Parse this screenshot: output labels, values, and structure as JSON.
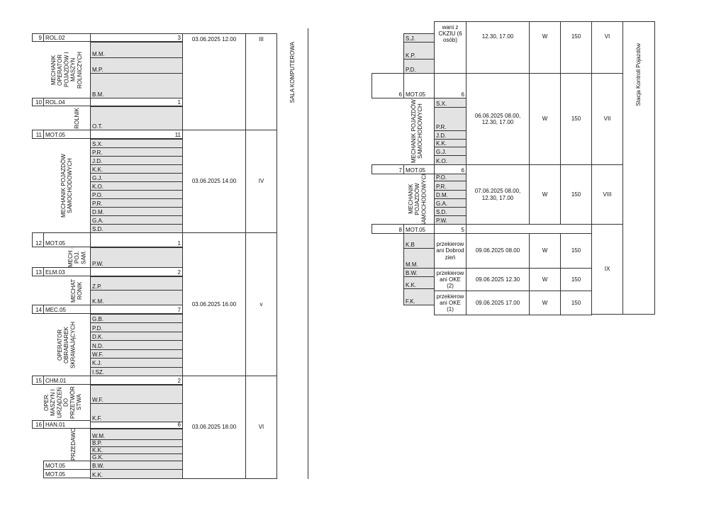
{
  "left": {
    "rows": [
      {
        "no": "9",
        "code": "ROL.02",
        "count": "3"
      },
      {
        "no": "10",
        "code": "ROL.04",
        "count": "1"
      },
      {
        "no": "11",
        "code": "MOT.05",
        "count": "11"
      },
      {
        "no": "12",
        "code": "MOT.05",
        "count": "1"
      },
      {
        "no": "13",
        "code": "ELM.03",
        "count": "2"
      },
      {
        "no": "14",
        "code": "MEC.05",
        "count": "7"
      },
      {
        "no": "15",
        "code": "CHM.01",
        "count": "2"
      },
      {
        "no": "16",
        "code": "HAN.01",
        "count": "6"
      }
    ],
    "extra_codes": [
      "MOT.05",
      "MOT.05"
    ],
    "names": [
      "M.M.",
      "M.P.",
      "B.M.",
      "O.T.",
      "S.X.",
      "P.R.",
      "J.D.",
      "K.K.",
      "G.J.",
      "K.O.",
      "P.O.",
      "P.R.",
      "D.M.",
      "G.A.",
      "S.D.",
      "P.W.",
      "Z.P.",
      "K.M.",
      "G.B.",
      "P.D.",
      "D.K.",
      "N.D.",
      "W.F.",
      "K.J.",
      "I.SZ.",
      "W.F.",
      "K.F.",
      "W.M.",
      "B.P.",
      "K.K.",
      "G.K.",
      "B.W.",
      "K.K."
    ],
    "professions": [
      "MECHANIK OPERATOR POJAZDÓW I MASZYN ROLNICZYCH",
      "ROLNIK",
      "MECHANIK POJAZDÓW SAMOCHODOWYCH",
      "MECH . POJ. SAM.",
      "MECHAT RONIK",
      "OPERATOR OBRABIAREK SKRAWAJĄCYCH",
      "OPER. MASZYN I URZĄDZEŃ DO PRZETWÓR STWA",
      "SPRZEDAWCA"
    ],
    "sessions": [
      {
        "date": "03.06.2025 12.00",
        "group": "III"
      },
      {
        "date": "03.06.2025 14.00",
        "group": "IV"
      },
      {
        "date": "03.06.2025 16.00",
        "group": "v"
      },
      {
        "date": "03.06.2025 18.00",
        "group": "VI"
      }
    ],
    "room": "SALA KOMPUTEROWA"
  },
  "right": {
    "top": {
      "names": [
        "S.J.",
        "K.P.",
        "P.D."
      ],
      "note": "wani z CKZIU (6 osób)",
      "date": "12.30, 17.00",
      "type": "W",
      "duration": "150",
      "group": "VI"
    },
    "rows": [
      {
        "no": "6",
        "code": "MOT.05",
        "count": "6"
      },
      {
        "no": "7",
        "code": "MOT.05",
        "count": "6"
      },
      {
        "no": "8",
        "code": "MOT.05",
        "count": "5"
      }
    ],
    "names": [
      "S.X.",
      "P.R.",
      "J.D.",
      "K.K.",
      "G.J.",
      "K.O.",
      "P.O.",
      "P.R.",
      "D.M.",
      "G.A.",
      "S.D.",
      "P.W.",
      "K.B",
      "M.M.",
      "B.W.",
      "K.K.",
      "F.K."
    ],
    "professions": [
      "MECHANIK POJAZDÓW SAMOCHODOWYCH",
      "MECHANIK POJAZDÓW SAMOCHODOWYCH"
    ],
    "sessions": [
      {
        "date": "06.06.2025 08.00, 12.30, 17.00",
        "type": "W",
        "duration": "150",
        "group": "VII"
      },
      {
        "date": "07.06.2025 08.00, 12.30, 17.00",
        "type": "W",
        "duration": "150",
        "group": "VIII"
      }
    ],
    "retakes": [
      {
        "note": "przekierowani Dobrodzień",
        "date": "09.06.2025 08.00",
        "type": "W",
        "duration": "150"
      },
      {
        "note": "przekierowani OKE (2)",
        "date": "09.06.2025 12.30",
        "type": "W",
        "duration": "150"
      },
      {
        "note": "przekierowani OKE (1)",
        "date": "09.06.2025 17.00",
        "type": "W",
        "duration": "150"
      }
    ],
    "retake_group": "IX",
    "station": "Stacja Kontroli Pojazdów"
  }
}
